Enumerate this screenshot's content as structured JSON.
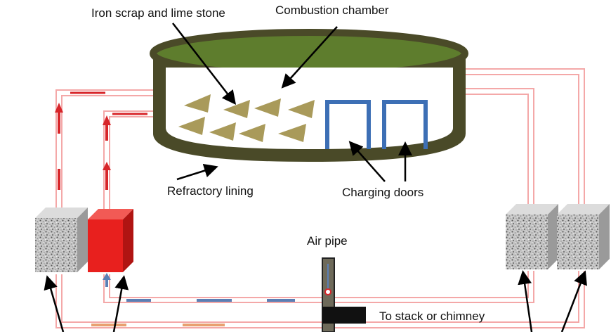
{
  "labels": {
    "iron_scrap": "Iron scrap and lime stone",
    "combustion_chamber": "Combustion chamber",
    "refractory_lining": "Refractory lining",
    "charging_doors": "Charging doors",
    "air_pipe": "Air pipe",
    "stack": "To stack or chimney"
  },
  "colors": {
    "furnace_wall": "#4a4a28",
    "furnace_top": "#5e7d2d",
    "charge": "#a99a5a",
    "door": "#3d6fb5",
    "hot_pipe": "#f7b4b4",
    "flow_arrow": "#d7262a",
    "cold_arrow": "#5b7fb5",
    "regenerator": "#b9b9b9",
    "heater": "#e8201e"
  }
}
